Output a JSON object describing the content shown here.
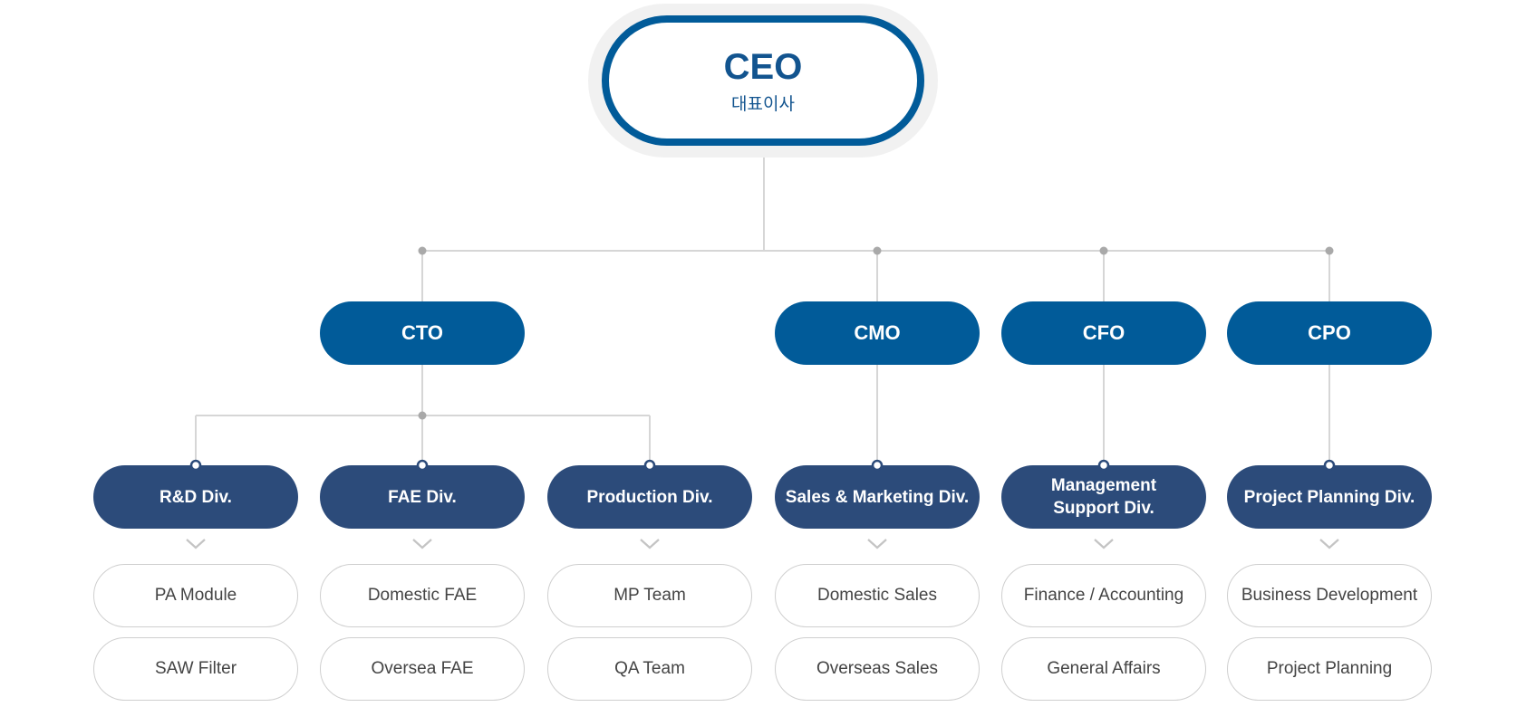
{
  "ceo": {
    "title": "CEO",
    "subtitle": "대표이사"
  },
  "executives": [
    {
      "label": "CTO"
    },
    {
      "label": "CMO"
    },
    {
      "label": "CFO"
    },
    {
      "label": "CPO"
    }
  ],
  "divisions": [
    {
      "label": "R&D Div.",
      "teams": [
        "PA Module",
        "SAW Filter"
      ]
    },
    {
      "label": "FAE Div.",
      "teams": [
        "Domestic FAE",
        "Oversea FAE"
      ]
    },
    {
      "label": "Production Div.",
      "teams": [
        "MP Team",
        "QA Team"
      ]
    },
    {
      "label": "Sales & Marketing Div.",
      "teams": [
        "Domestic Sales",
        "Overseas Sales"
      ]
    },
    {
      "label": "Management Support Div.",
      "label_lines": [
        "Management",
        "Support Div."
      ],
      "teams": [
        "Finance / Accounting",
        "General Affairs"
      ]
    },
    {
      "label": "Project Planning Div.",
      "teams": [
        "Business Development",
        "Project Planning"
      ]
    }
  ],
  "colors": {
    "executive": "#015b99",
    "division": "#2c4b7a",
    "connector": "#d6d6d6",
    "dot": "#a9a9a9"
  }
}
